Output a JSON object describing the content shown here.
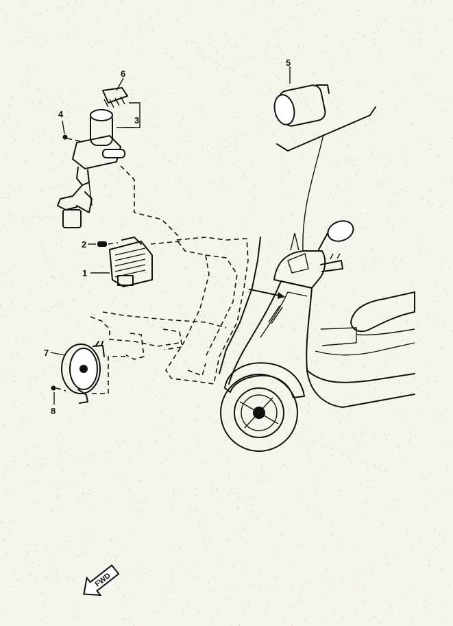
{
  "parts": {
    "p1": "1",
    "p2": "2",
    "p3": "3",
    "p4": "4",
    "p5": "5",
    "p6": "6",
    "p7": "7",
    "p8": "8"
  },
  "direction_marker": "FWD"
}
